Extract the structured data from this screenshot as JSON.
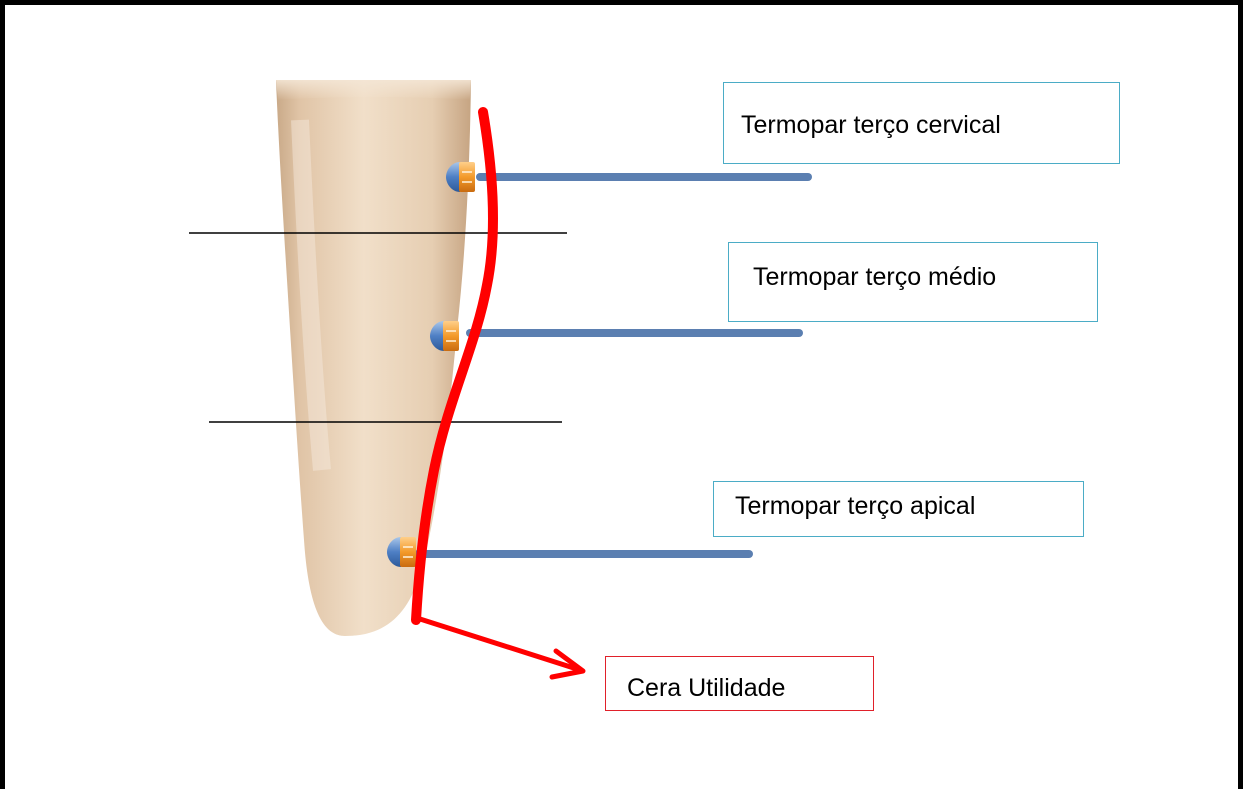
{
  "labels": {
    "cervical": "Termopar terço cervical",
    "medio": "Termopar terço médio",
    "apical": "Termopar terço apical",
    "cera": "Cera Utilidade"
  },
  "colors": {
    "thermocouple_wire": "#5b7fb1",
    "wax_line": "#ff0000",
    "label_border": "#4bacc6",
    "wax_label_border": "#e0202a",
    "tooth": "#e8d2b6",
    "frame": "#000000"
  }
}
